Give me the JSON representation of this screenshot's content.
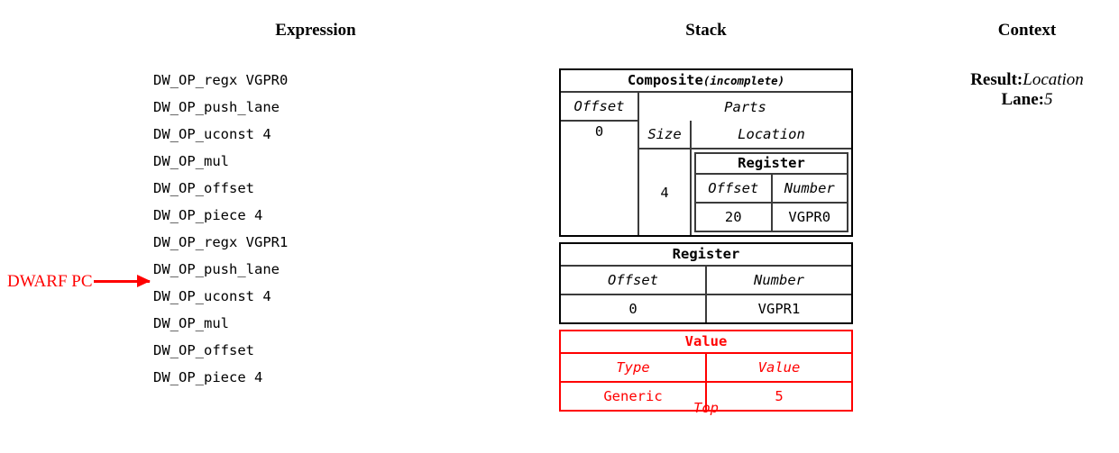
{
  "headers": {
    "expression": "Expression",
    "stack": "Stack",
    "context": "Context"
  },
  "expression": {
    "lines": [
      "DW_OP_regx VGPR0",
      "DW_OP_push_lane",
      "DW_OP_uconst 4",
      "DW_OP_mul",
      "DW_OP_offset",
      "DW_OP_piece 4",
      "DW_OP_regx VGPR1",
      "DW_OP_push_lane",
      "DW_OP_uconst 4",
      "DW_OP_mul",
      "DW_OP_offset",
      "DW_OP_piece 4"
    ],
    "pc_marker": {
      "label": "DWARF PC",
      "points_to_line_index": 8,
      "color": "#ff0000"
    }
  },
  "stack": {
    "top_label": "Top",
    "entries": [
      {
        "kind": "composite",
        "title": "Composite",
        "subtitle": "(incomplete)",
        "color": "#000000",
        "offset_header": "Offset",
        "offset_value": "0",
        "parts_header": "Parts",
        "size_header": "Size",
        "location_header": "Location",
        "part": {
          "size": "4",
          "location": {
            "title": "Register",
            "columns": [
              "Offset",
              "Number"
            ],
            "values": [
              "20",
              "VGPR0"
            ]
          }
        }
      },
      {
        "kind": "register",
        "title": "Register",
        "color": "#000000",
        "columns": [
          "Offset",
          "Number"
        ],
        "values": [
          "0",
          "VGPR1"
        ]
      },
      {
        "kind": "value",
        "title": "Value",
        "color": "#ff0000",
        "columns": [
          "Type",
          "Value"
        ],
        "values": [
          "Generic",
          "5"
        ]
      }
    ]
  },
  "context": {
    "rows": [
      {
        "key": "Result:",
        "value": "Location"
      },
      {
        "key": "Lane:",
        "value": "5"
      }
    ]
  }
}
